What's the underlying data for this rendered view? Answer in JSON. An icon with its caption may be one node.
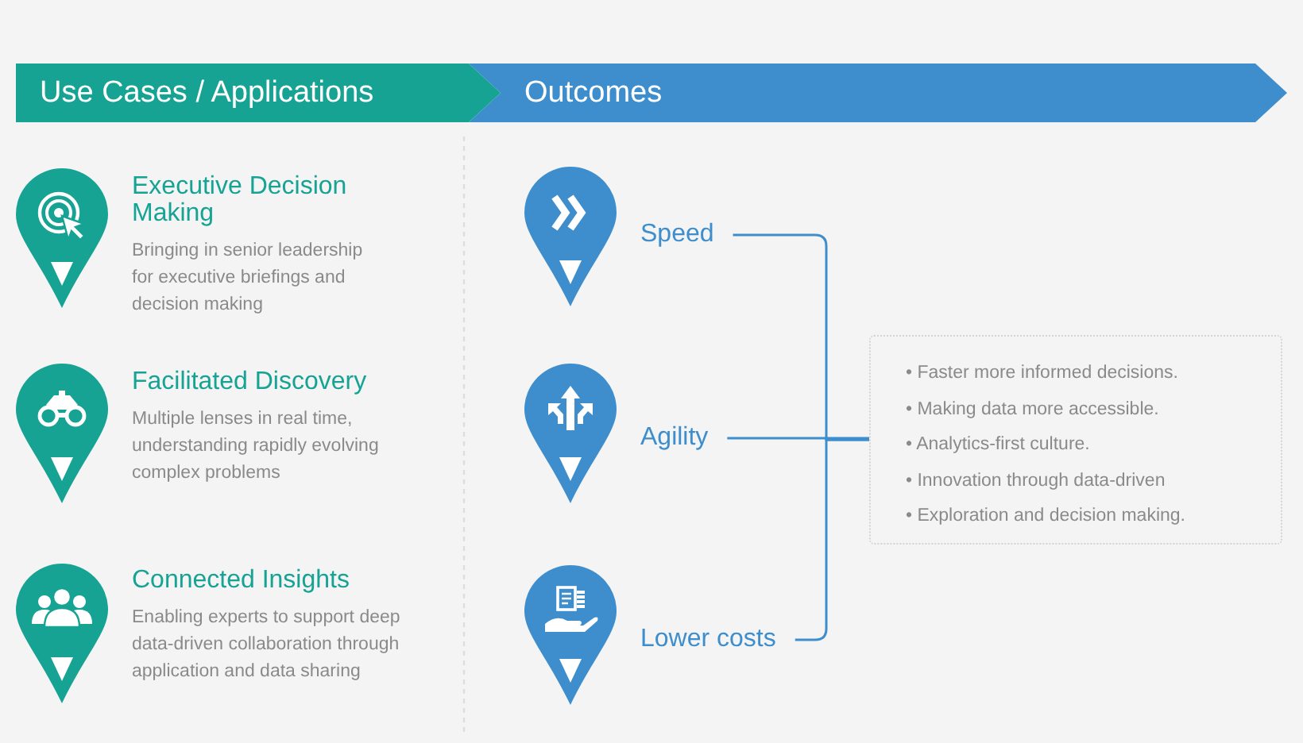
{
  "diagram": {
    "nodes": [
      {
        "text": [
          "Use Cases / Applications"
        ]
      },
      {
        "text": [
          "Outcomes"
        ]
      },
      {
        "text": [
          "Executive Decision Making",
          "Bringing in senior leadership for executive briefings and decision making"
        ]
      },
      {
        "text": [
          "Facilitated Discovery",
          "Multiple lenses in real time, understanding rapidly evolving complex problems"
        ]
      },
      {
        "text": [
          "Connected Insights",
          "Enabling experts to support deep data-driven collaboration through application and data sharing"
        ]
      },
      {
        "text": [
          "Speed"
        ]
      },
      {
        "text": [
          "Agility"
        ]
      },
      {
        "text": [
          "Lower costs"
        ]
      },
      {
        "text": [
          "• Faster more informed decisions.",
          "• Making data more accessible.",
          "• Analytics-first culture.",
          "• Innovation through data-driven",
          "• Exploration and decision making."
        ]
      }
    ],
    "edges": [
      {
        "from": 5,
        "to": 8,
        "arrow": "none"
      },
      {
        "from": 6,
        "to": 8,
        "arrow": "none"
      },
      {
        "from": 7,
        "to": 8,
        "arrow": "none"
      }
    ]
  }
}
